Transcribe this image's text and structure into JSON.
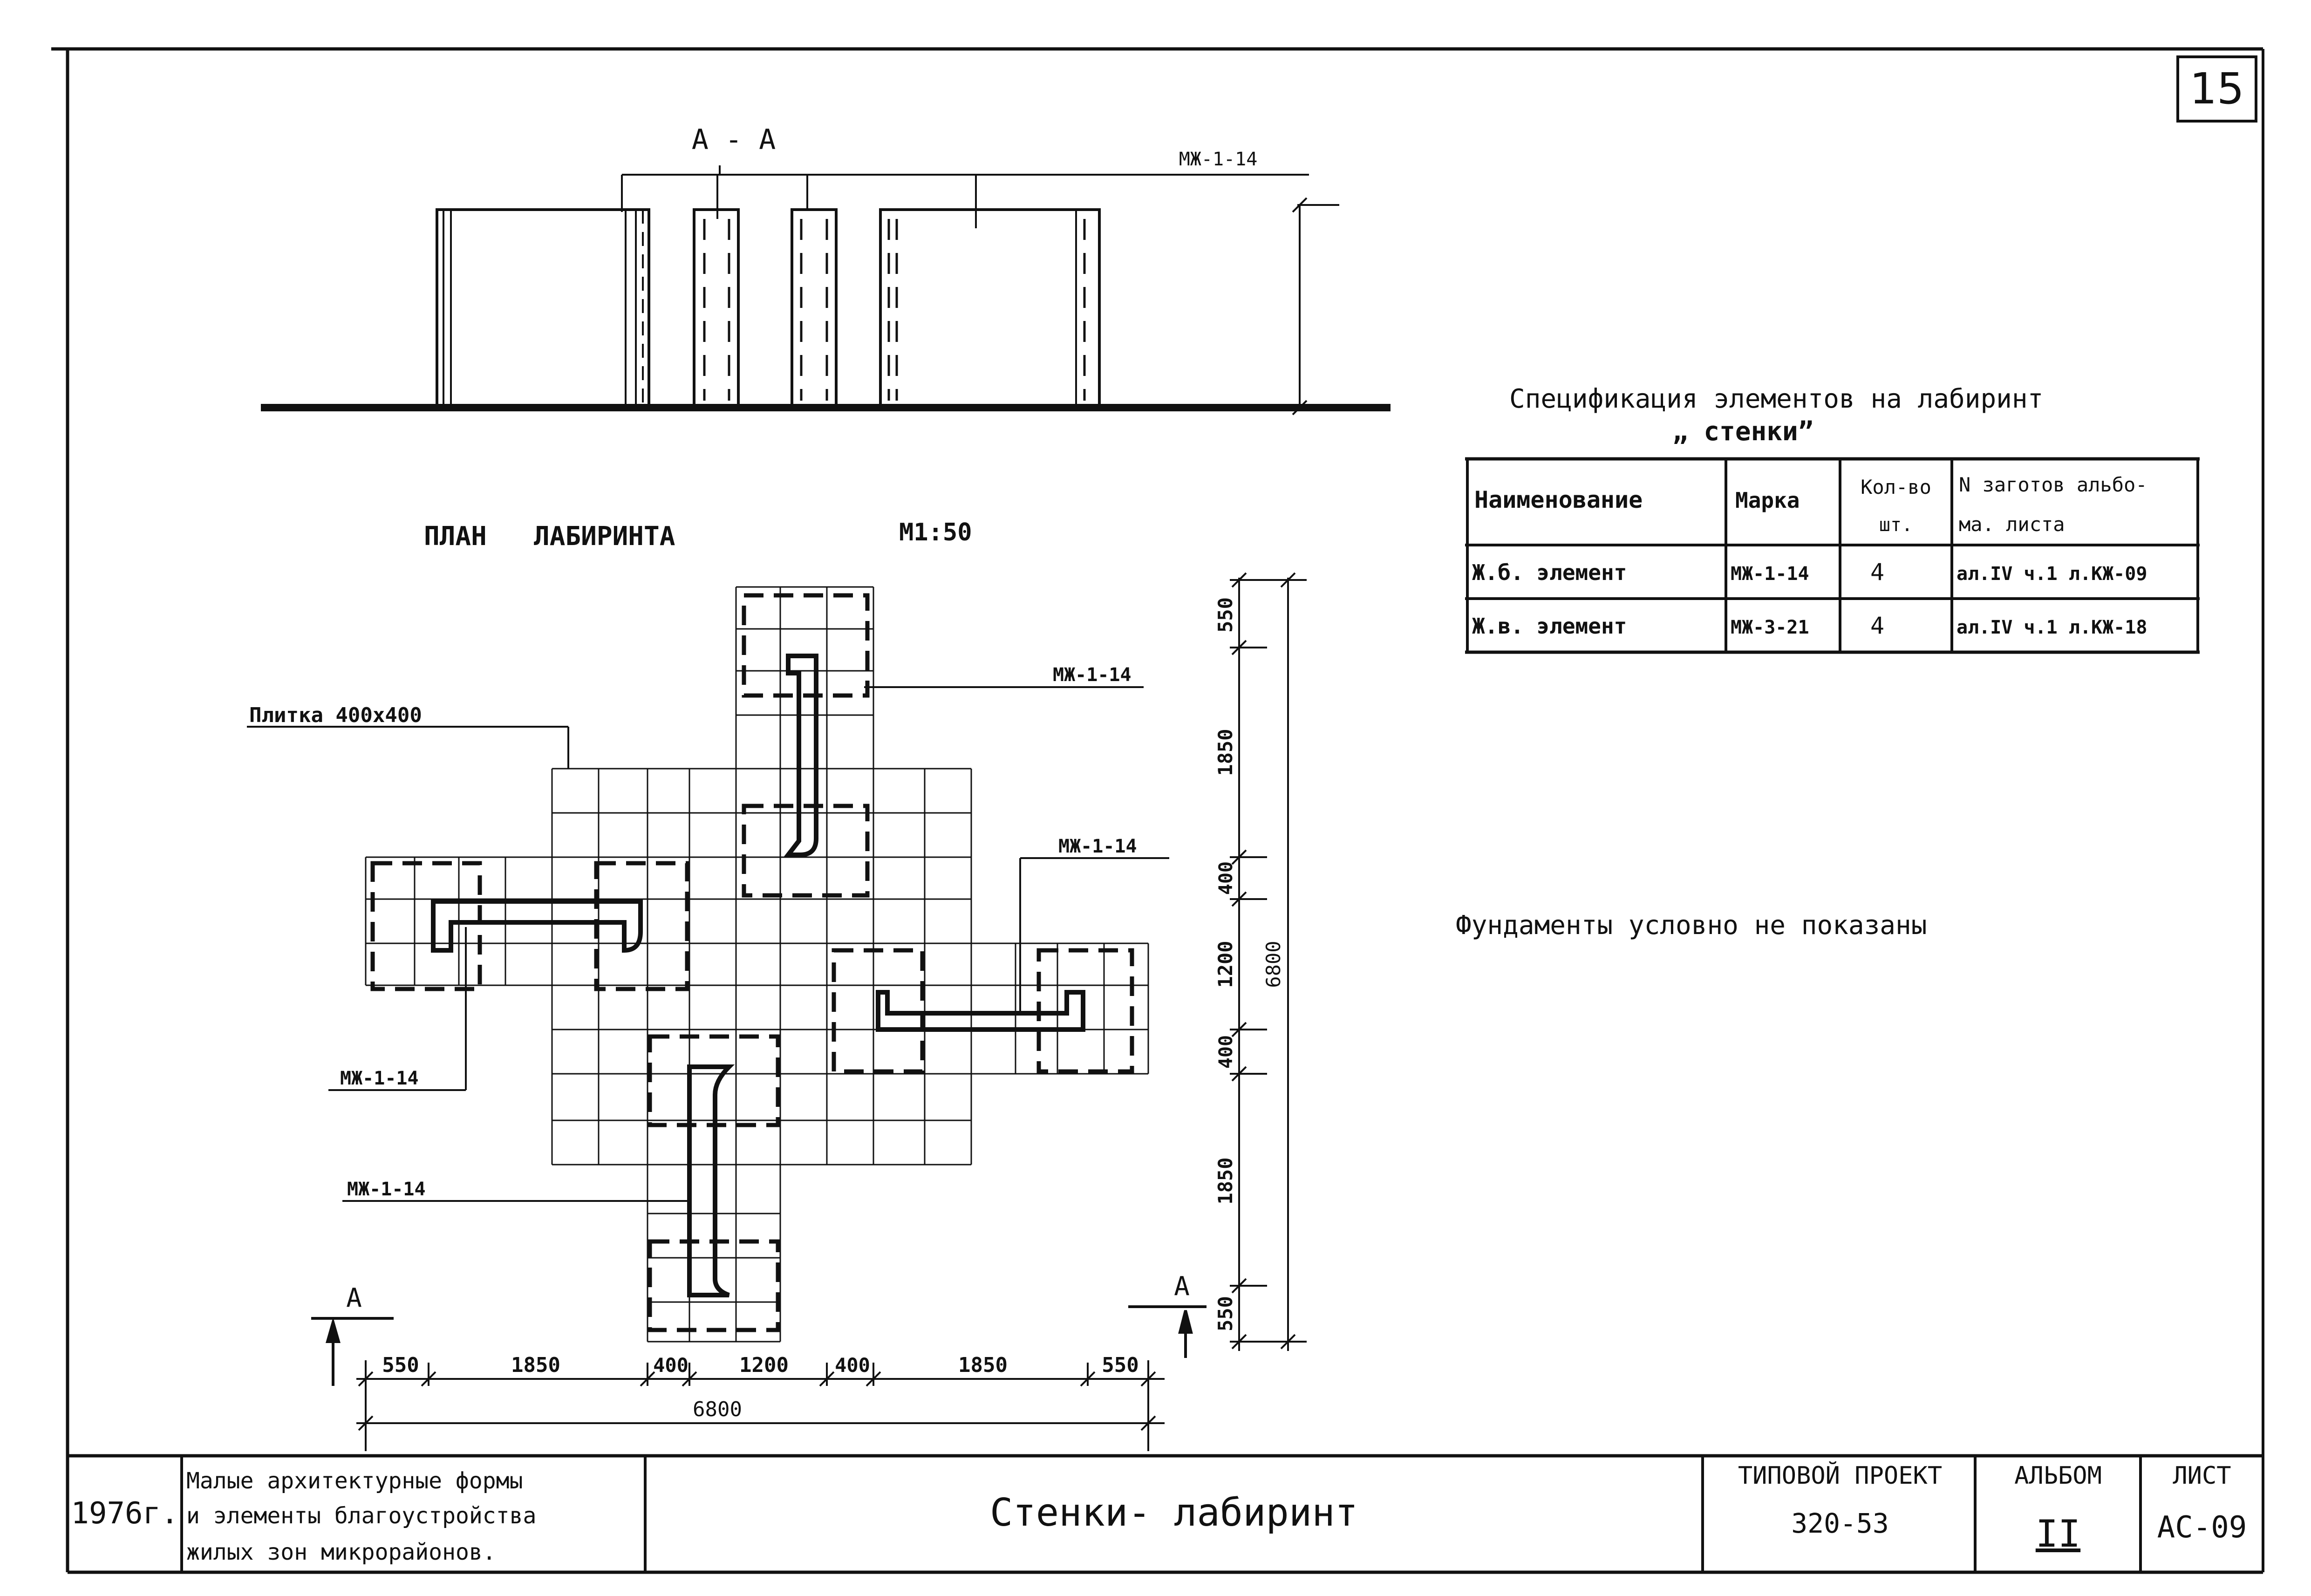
{
  "sheet_number": "15",
  "section": {
    "label": "A - A",
    "leader_label": "МЖ-1-14"
  },
  "plan": {
    "title": "ПЛАН   ЛАБИРИНТА",
    "scale": "М1:50",
    "tile_label": "Плитка 400х400",
    "element_labels": [
      "МЖ-1-14",
      "МЖ-1-14",
      "МЖ-1-14",
      "МЖ-1-14"
    ],
    "section_marks": [
      "А",
      "А"
    ],
    "bottom_dims": [
      "550",
      "1850",
      "400",
      "1200",
      "400",
      "1850",
      "550"
    ],
    "bottom_total": "6800",
    "right_dims": [
      "550",
      "1850",
      "400",
      "1200",
      "400",
      "1850",
      "550"
    ],
    "right_total": "6800"
  },
  "spec": {
    "title": "Спецификация элементов на лабиринт",
    "subtitle": "„ стенки”",
    "headers": [
      "Наименование",
      "Марка",
      "Кол-во",
      "N заготов альбо-"
    ],
    "headers_line2": [
      "",
      "",
      "шт.",
      "ма. листа"
    ],
    "rows": [
      [
        "Ж.б. элемент",
        "МЖ-1-14",
        "4",
        "ал.IV ч.1 л.КЖ-09"
      ],
      [
        "Ж.в. элемент",
        "МЖ-3-21",
        "4",
        "ал.IV ч.1 л.КЖ-18"
      ]
    ]
  },
  "note": "Фундаменты условно не показаны",
  "title_block": {
    "year": "1976г.",
    "description": [
      "Малые архитектурные формы",
      "и элементы благоустройства",
      "жилых зон микрорайонов."
    ],
    "drawing_title": "Стенки- лабиринт",
    "project_label": "ТИПОВОЙ ПРОЕКТ",
    "project_number": "320-53",
    "album_label": "АЛЬБОМ",
    "album_number": "II",
    "sheet_label": "ЛИСТ",
    "sheet_code": "АС-09"
  }
}
